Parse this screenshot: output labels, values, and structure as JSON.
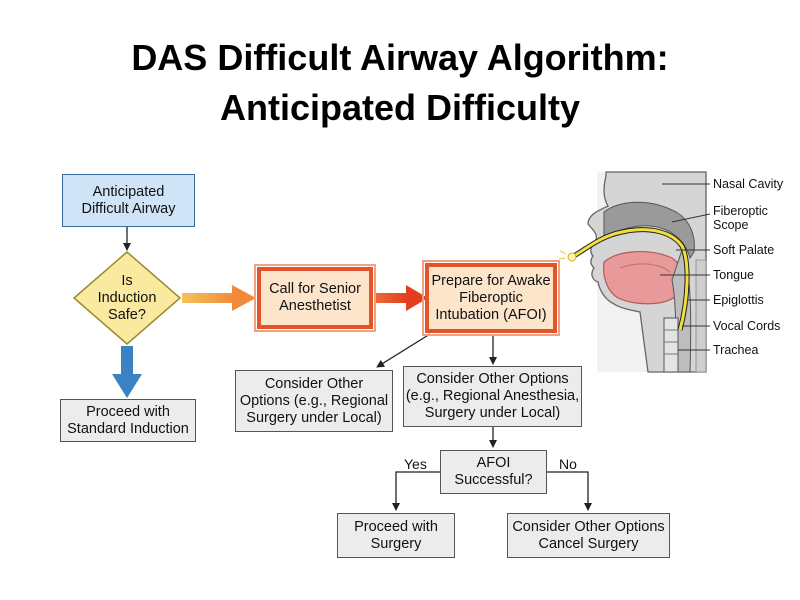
{
  "title": {
    "line1": "DAS Difficult Airway Algorithm:",
    "line2": "Anticipated Difficulty"
  },
  "flowchart": {
    "start": "Anticipated\nDifficult Airway",
    "decision_safe": "Is\nInduction\nSafe?",
    "proceed_standard": "Proceed with\nStandard Induction",
    "call_senior": "Call for Senior\nAnesthetist",
    "prepare_afoi": "Prepare for Awake\nFiberoptic\nIntubation (AFOI)",
    "consider_other_left": "Consider Other\nOptions (e.g., Regional\nSurgery under Local)",
    "consider_other_right": "Consider Other Options\n(e.g., Regional Anesthesia,\nSurgery under Local)",
    "decision_afoi": "AFOI\nSuccessful?",
    "yes_label": "Yes",
    "no_label": "No",
    "proceed_surgery": "Proceed with\nSurgery",
    "cancel_surgery": "Consider Other Options\nCancel Surgery"
  },
  "anatomy": {
    "labels": [
      "Nasal Cavity",
      "Fiberoptic\nScope",
      "Soft Palate",
      "Tongue",
      "Epiglottis",
      "Vocal Cords",
      "Trachea"
    ]
  },
  "colors": {
    "start_fill": "#cfe4f6",
    "decision_fill": "#faeaa0",
    "orange_border": "#e4542a",
    "blue_arrow": "#3b82c4",
    "orange_arrow": "#f0a040"
  }
}
